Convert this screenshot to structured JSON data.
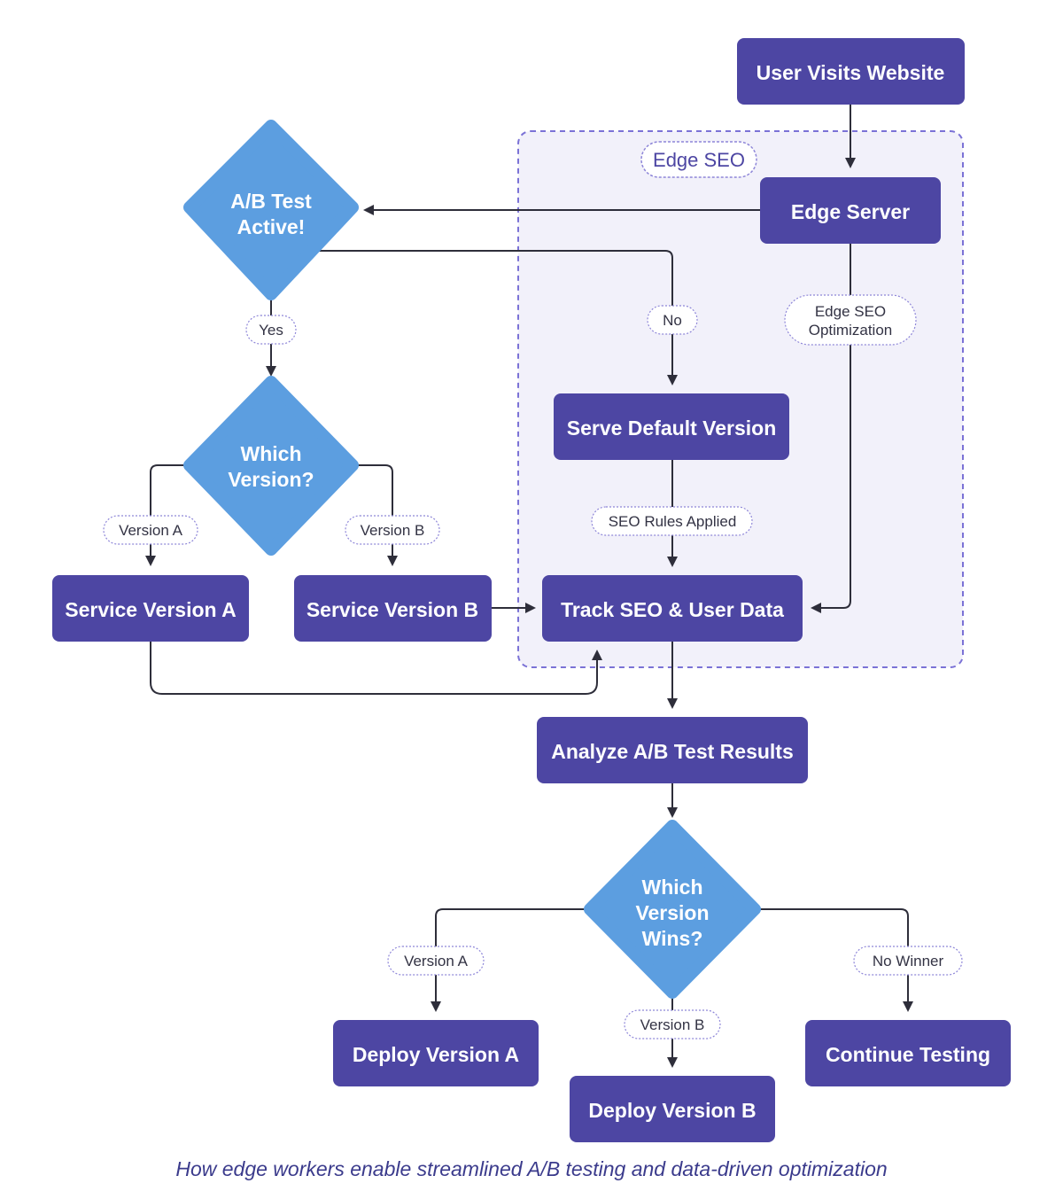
{
  "colors": {
    "box": "#4d46a3",
    "diamond": "#5c9ee0",
    "line": "#2e2e3a",
    "group_fill": "#f2f1fa",
    "group_border": "#7b72d6",
    "label_border": "#8e86d8",
    "caption": "#3b3b8c"
  },
  "group": {
    "label": "Edge SEO"
  },
  "nodes": {
    "user_visits": "User Visits Website",
    "edge_server": "Edge Server",
    "ab_active": [
      "A/B Test",
      "Active!"
    ],
    "which_version": [
      "Which",
      "Version?"
    ],
    "serve_default": "Serve Default Version",
    "service_a": "Service Version A",
    "service_b": "Service Version B",
    "track": "Track SEO & User Data",
    "analyze": "Analyze A/B Test Results",
    "which_wins": [
      "Which",
      "Version",
      "Wins?"
    ],
    "deploy_a": "Deploy Version A",
    "deploy_b": "Deploy Version B",
    "continue": "Continue Testing"
  },
  "edge_labels": {
    "yes": "Yes",
    "no": "No",
    "edge_seo_opt": [
      "Edge SEO",
      "Optimization"
    ],
    "version_a": "Version A",
    "version_b": "Version B",
    "seo_rules": "SEO Rules Applied",
    "wins_a": "Version A",
    "wins_b": "Version B",
    "no_winner": "No Winner"
  },
  "caption": "How edge workers enable streamlined A/B testing and data-driven optimization"
}
